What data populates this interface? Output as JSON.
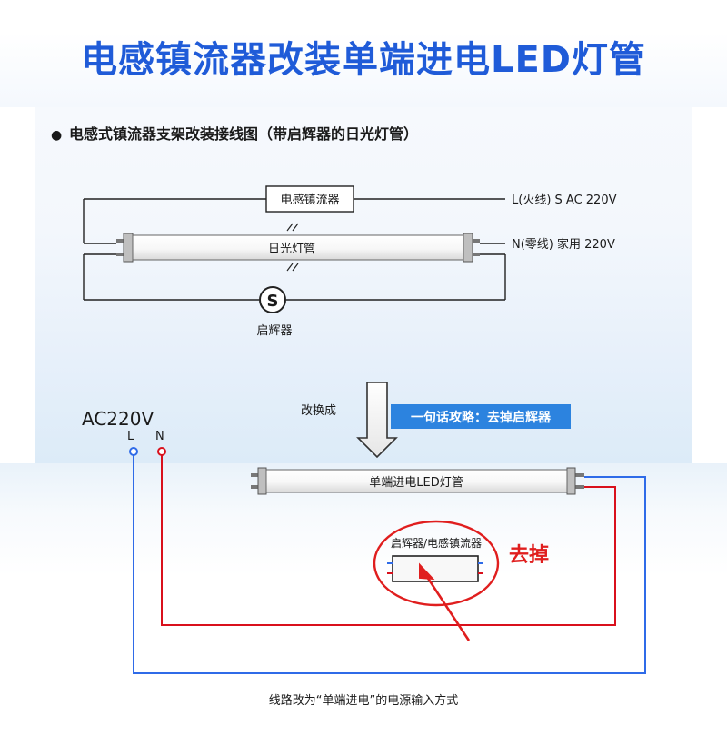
{
  "title": "电感镇流器改装单端进电LED灯管",
  "section": {
    "bullet": "●",
    "heading": "电感式镇流器支架改装接线图（带启辉器的日光灯管）"
  },
  "old_circuit": {
    "ballast_label": "电感镇流器",
    "tube_label": "日光灯管",
    "line_label": "L(火线)  S  AC 220V",
    "neutral_label": "N(零线)  家用 220V",
    "starter_symbol": "S",
    "starter_label": "启辉器"
  },
  "transition": {
    "change_label": "改换成",
    "tip": "一句话攻略：去掉启辉器"
  },
  "new_circuit": {
    "source_label": "AC220V",
    "l_label": "L",
    "n_label": "N",
    "led_tube_label": "单端进电LED灯管",
    "removed_label": "启辉器/电感镇流器",
    "remove_text": "去掉",
    "caption": "线路改为“单端进电”的电源输入方式"
  },
  "colors": {
    "title_blue": "#1f5bd8",
    "live_wire": "#d9101c",
    "neutral_wire": "#2f6be8",
    "tip_bg": "#2c83df",
    "remove_red": "#e01e1e"
  }
}
